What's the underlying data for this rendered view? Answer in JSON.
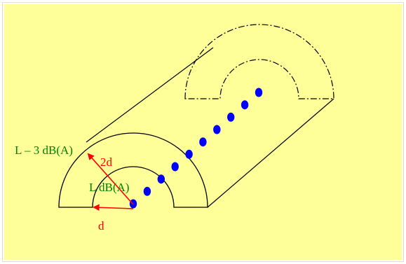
{
  "diagram": {
    "labels": {
      "level_far": "L – 3 dB(A)",
      "level_near": "L dB(A)",
      "dist_far": "2d",
      "dist_near": "d"
    },
    "colors": {
      "background": "#ffff99",
      "outline": "#000000",
      "dots": "#0000ff",
      "arrows": "#ff0000",
      "level_text": "#008000",
      "distance_text": "#ff0000"
    },
    "source_points": 10
  }
}
